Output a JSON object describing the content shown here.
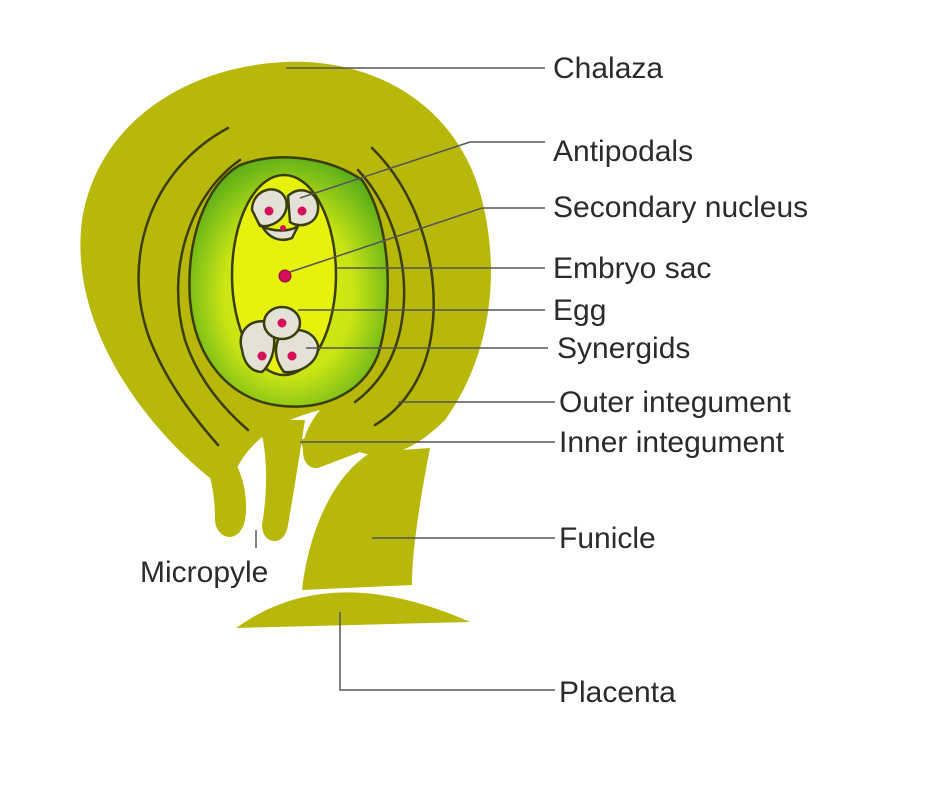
{
  "colors": {
    "ovule": "#b8b80a",
    "nucellus_edge": "#4ea81a",
    "embryo_sac": "#e6f20e",
    "cell_fill": "#e4e1d6",
    "nucleus": "#d4105a",
    "background": "#ffffff"
  },
  "labels": {
    "chalaza": "Chalaza",
    "antipodals": "Antipodals",
    "secondary_nucleus": "Secondary nucleus",
    "embryo_sac": "Embryo sac",
    "egg": "Egg",
    "synergids": "Synergids",
    "outer_integument": "Outer integument",
    "inner_integument": "Inner integument",
    "funicle": "Funicle",
    "micropyle": "Micropyle",
    "placenta": "Placenta"
  }
}
